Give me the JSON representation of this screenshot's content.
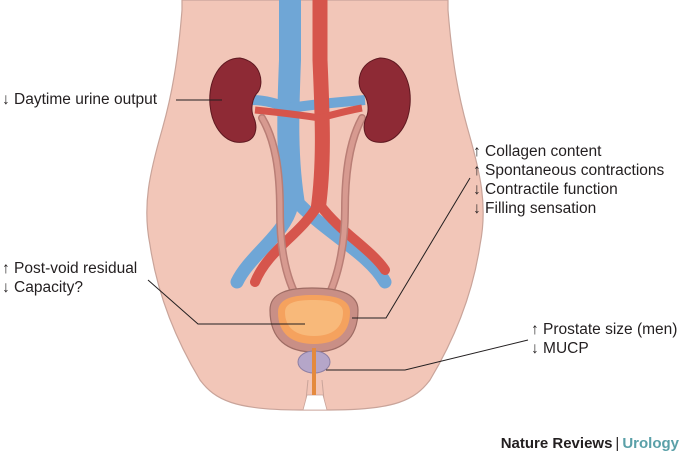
{
  "labels": {
    "kidney": [
      "↓ Daytime urine output"
    ],
    "bladder_wall": [
      "↑ Collagen content",
      "↑ Spontaneous contractions",
      "↓ Contractile function",
      "↓ Filling sensation"
    ],
    "residual": [
      "↑ Post-void residual",
      "↓ Capacity?"
    ],
    "prostate": [
      "↑ Prostate size (men)",
      "↓ MUCP"
    ]
  },
  "credit": {
    "journal": "Nature Reviews",
    "separator": "|",
    "subject": "Urology"
  },
  "colors": {
    "skin": "#f2c6b8",
    "skin_outline": "#c9a49a",
    "kidney": "#8e2a35",
    "vein": "#6fa6d6",
    "artery": "#d6554c",
    "ureter": "#d79a90",
    "bladder": "#f5a25e",
    "prostate": "#b5a6c9",
    "credit_accent": "#5aa0a8"
  }
}
